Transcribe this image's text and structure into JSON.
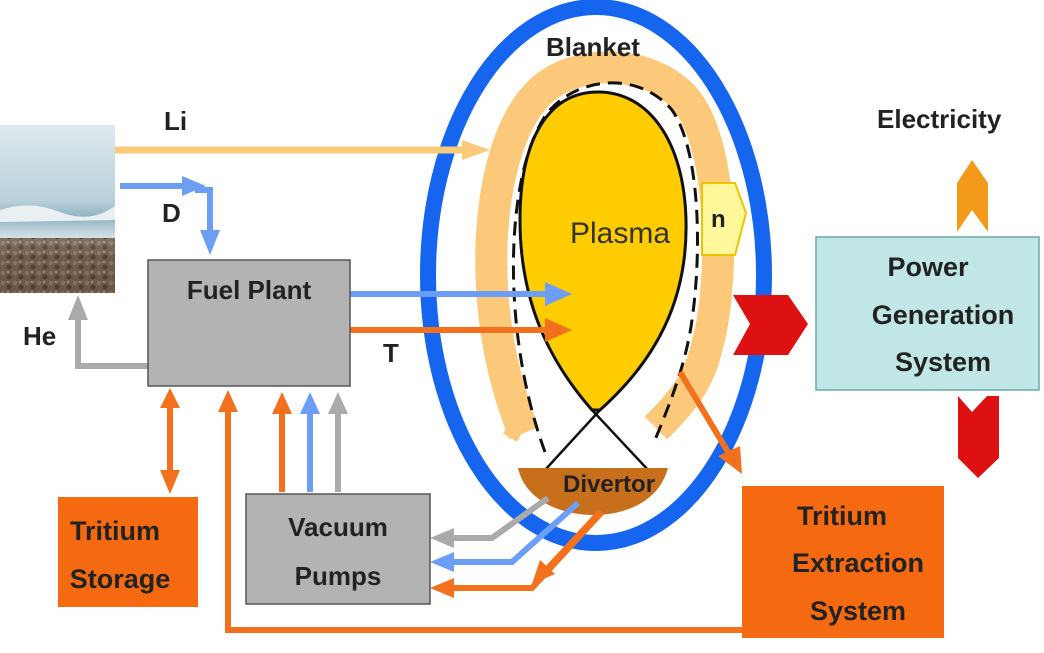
{
  "labels": {
    "blanket": "Blanket",
    "plasma": "Plasma",
    "neutron": "n",
    "divertor": "Divertor",
    "electricity": "Electricity",
    "li": "Li",
    "d": "D",
    "he": "He",
    "t": "T"
  },
  "boxes": {
    "fuel_plant": [
      "Fuel Plant"
    ],
    "vacuum_pumps": [
      "Vacuum",
      "Pumps"
    ],
    "tritium_storage": [
      "Tritium",
      "Storage"
    ],
    "power_generation": [
      "Power",
      "Generation",
      "System"
    ],
    "tritium_extraction": [
      "Tritium",
      "Extraction",
      "System"
    ]
  },
  "colors": {
    "ring": "#1565ee",
    "blanket": "#fcc97a",
    "plasma": "#ffcc00",
    "divertor": "#c86f1c",
    "deuterium": "#6c9ef5",
    "tritium": "#f3701d",
    "helium": "#aaaaaa",
    "lithium": "#fbc97a",
    "gray_box": "#b3b3b3",
    "orange_box": "#f56a10",
    "teal_box": "#c1e6e6",
    "heat_arrow": "#dd1111",
    "electricity_arrow": "#f39a1a"
  },
  "icons": {
    "seaside": "seaside-photo"
  }
}
